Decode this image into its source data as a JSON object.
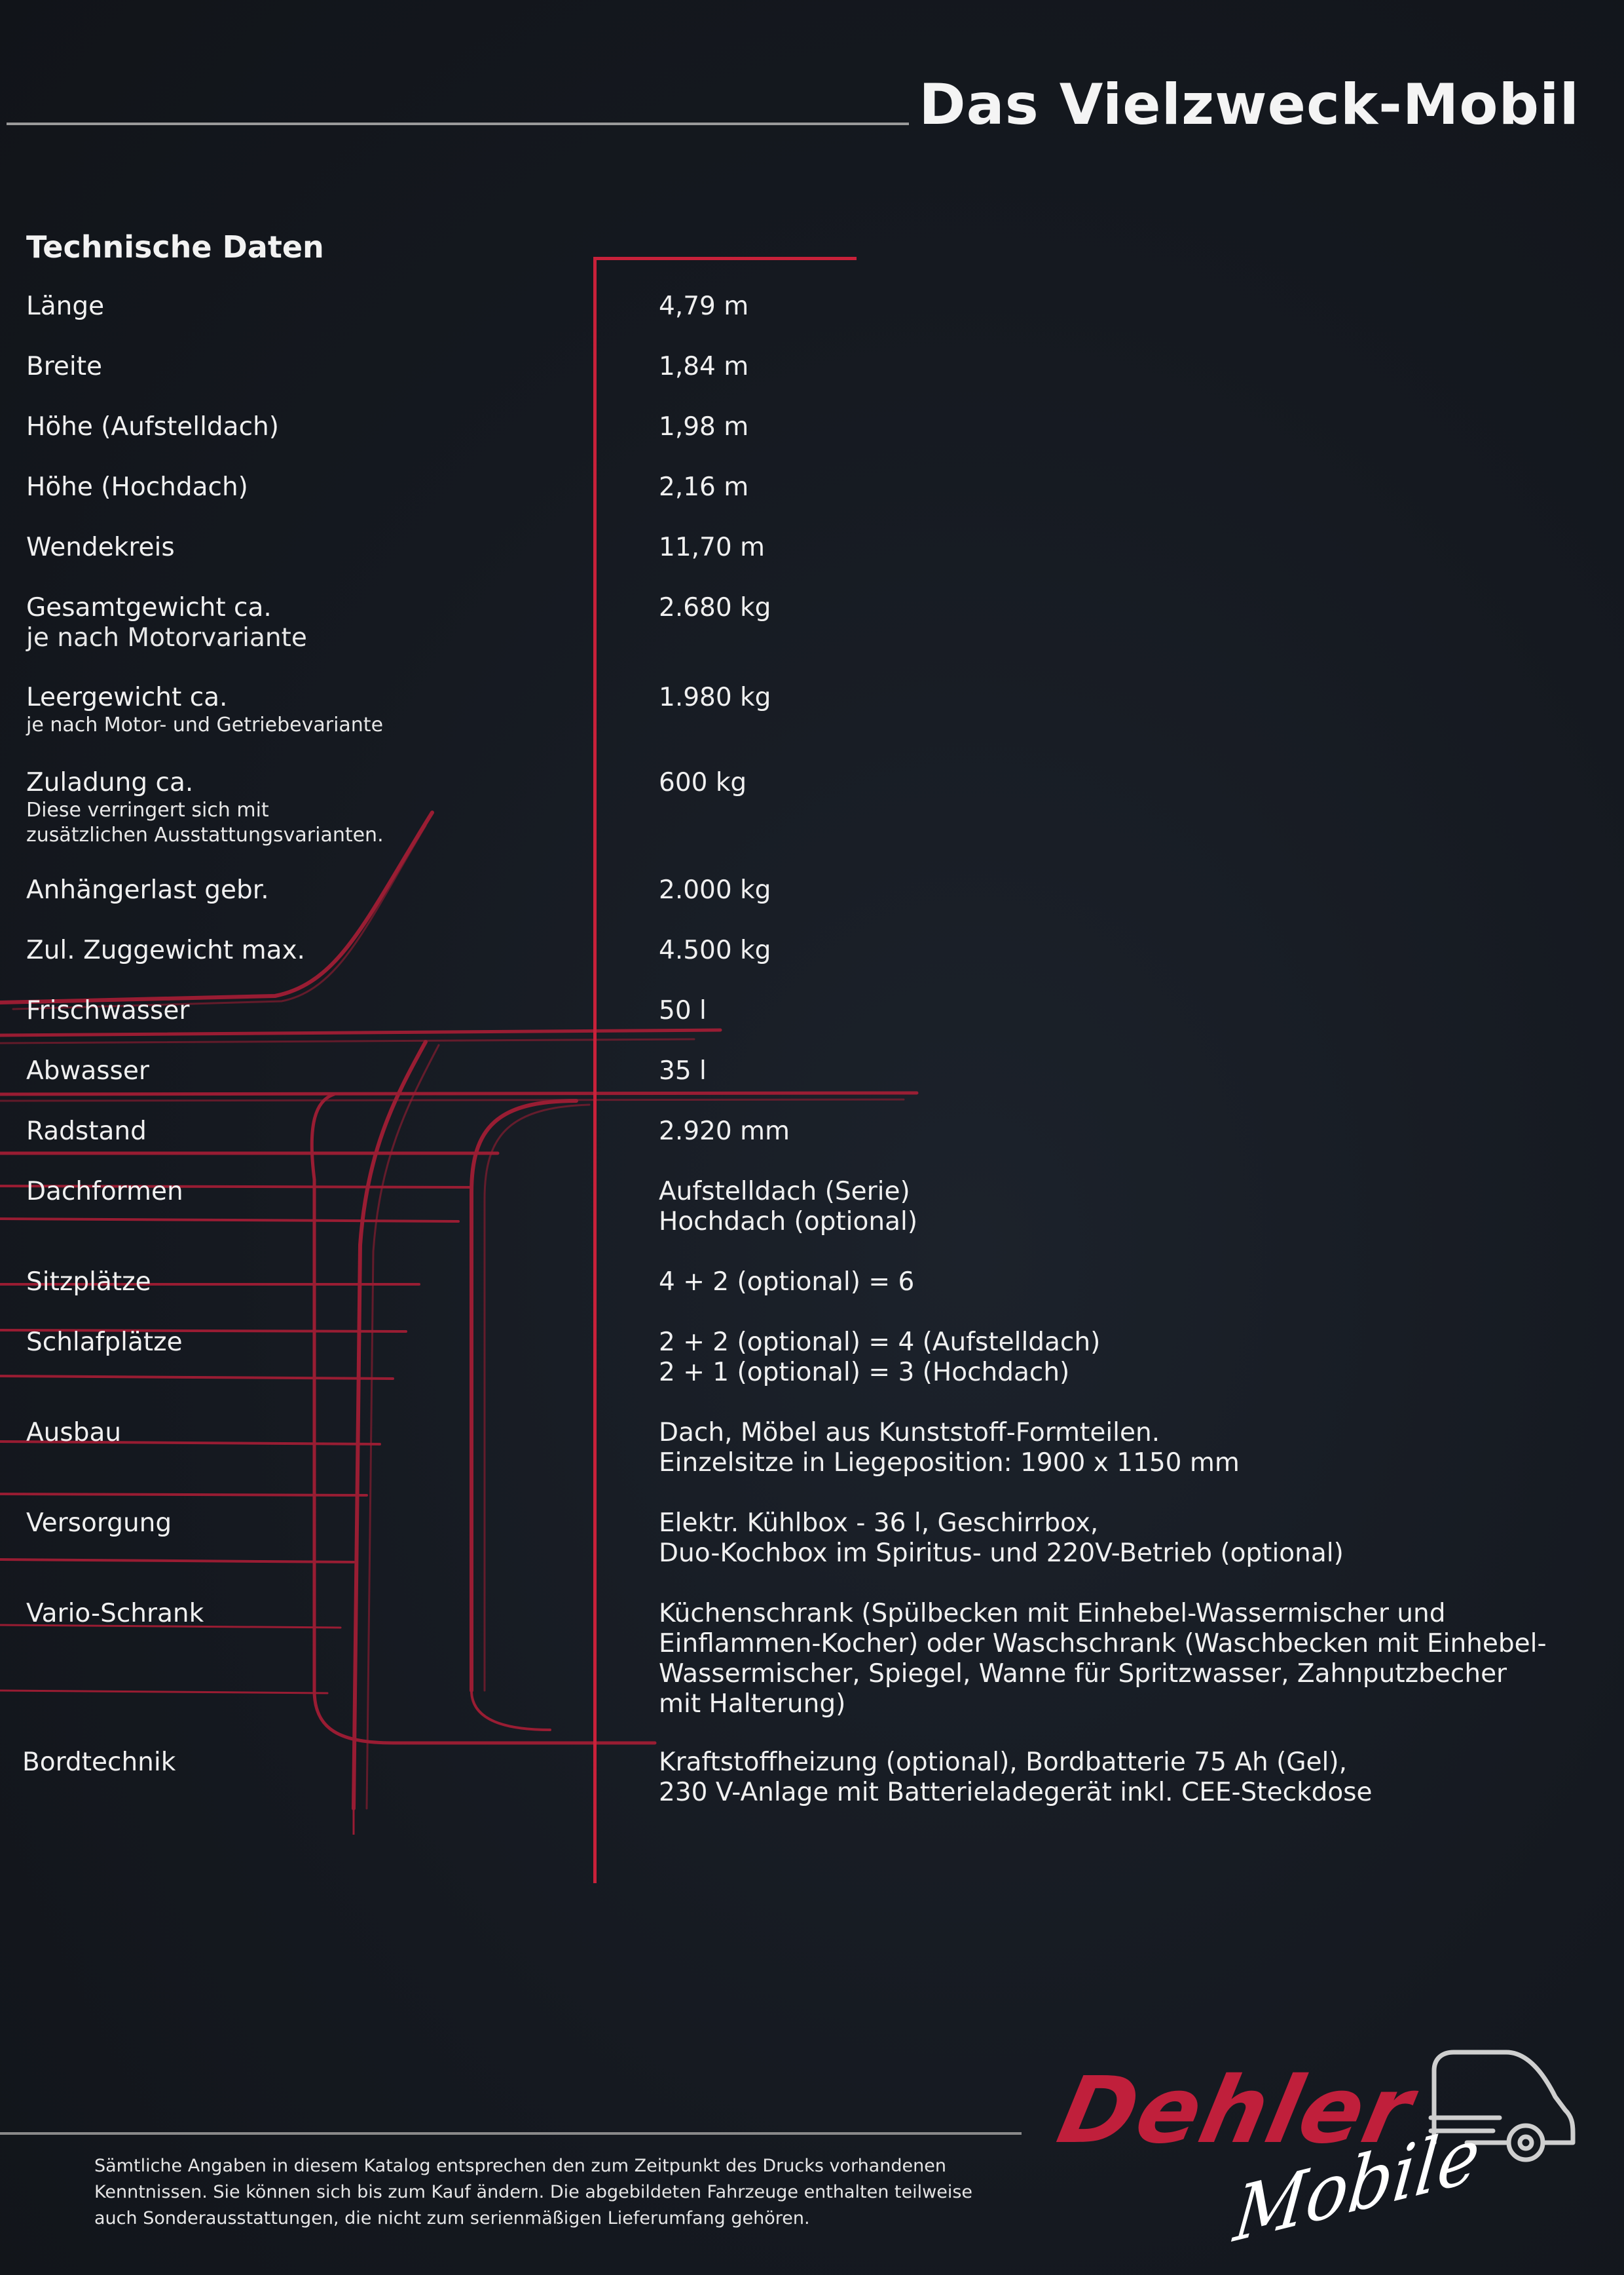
{
  "header": {
    "title": "Das Vielzweck-Mobil"
  },
  "section": {
    "title": "Technische Daten"
  },
  "specs": [
    {
      "label": "Länge",
      "value": "4,79 m"
    },
    {
      "label": "Breite",
      "value": "1,84 m"
    },
    {
      "label": "Höhe (Aufstelldach)",
      "value": "1,98 m"
    },
    {
      "label": "Höhe (Hochdach)",
      "value": "2,16 m"
    },
    {
      "label": "Wendekreis",
      "value": "11,70 m"
    },
    {
      "label": "Gesamtgewicht ca.",
      "sub": "je nach Motorvariante",
      "value": "2.680 kg"
    },
    {
      "label": "Leergewicht ca.",
      "sub": "je nach Motor- und Getriebevariante",
      "value": "1.980 kg"
    },
    {
      "label": "Zuladung ca.",
      "sub": "Diese verringert sich mit",
      "sub2": "zusätzlichen Ausstattungsvarianten.",
      "value": "600 kg"
    },
    {
      "label": "Anhängerlast gebr.",
      "value": "2.000 kg"
    },
    {
      "label": "Zul. Zuggewicht max.",
      "value": "4.500 kg"
    },
    {
      "label": "Frischwasser",
      "value": "50 l"
    },
    {
      "label": "Abwasser",
      "value": "35 l"
    },
    {
      "label": "Radstand",
      "value": "2.920 mm"
    },
    {
      "label": "Dachformen",
      "value": "Aufstelldach (Serie)",
      "value2": "Hochdach (optional)"
    },
    {
      "label": "Sitzplätze",
      "value": "4 + 2 (optional) = 6"
    },
    {
      "label": "Schlafplätze",
      "value": "2 + 2 (optional) = 4 (Aufstelldach)",
      "value2": "2 + 1 (optional) = 3 (Hochdach)"
    },
    {
      "label": "Ausbau",
      "value": "Dach, Möbel aus Kunststoff-Formteilen.",
      "value2": "Einzelsitze in Liegeposition: 1900 x 1150 mm"
    },
    {
      "label": "Versorgung",
      "value": "Elektr. Kühlbox - 36 l, Geschirrbox,",
      "value2": "Duo-Kochbox im Spiritus- und 220V-Betrieb (optional)"
    },
    {
      "label": "Vario-Schrank",
      "value": "Küchenschrank (Spülbecken mit Einhebel-Wassermischer und",
      "value2": "Einflammen-Kocher) oder Waschschrank (Waschbecken mit Einhebel-",
      "value3": "Wassermischer, Spiegel, Wanne für Spritzwasser, Zahnputzbecher",
      "value4": "mit Halterung)"
    },
    {
      "label": "Bordtechnik",
      "value": "Kraftstoffheizung (optional), Bordbatterie 75 Ah (Gel),",
      "value2": "230 V-Anlage mit Batterieladegerät inkl. CEE-Steckdose"
    }
  ],
  "footer": {
    "line1": "Sämtliche Angaben in diesem Katalog entsprechen den zum Zeitpunkt des Drucks vorhandenen",
    "line2": "Kenntnissen. Sie können sich bis zum Kauf ändern. Die abgebildeten Fahrzeuge enthalten teilweise",
    "line3": "auch Sonderausstattungen, die nicht zum serienmäßigen Lieferumfang gehören."
  },
  "logo": {
    "brand": "Dehler",
    "sub": "Mobile",
    "icon": "van-icon"
  },
  "colors": {
    "background": "#14181f",
    "accent": "#c8213a",
    "text": "#f0f0f0",
    "rule": "#9a9a9a"
  }
}
